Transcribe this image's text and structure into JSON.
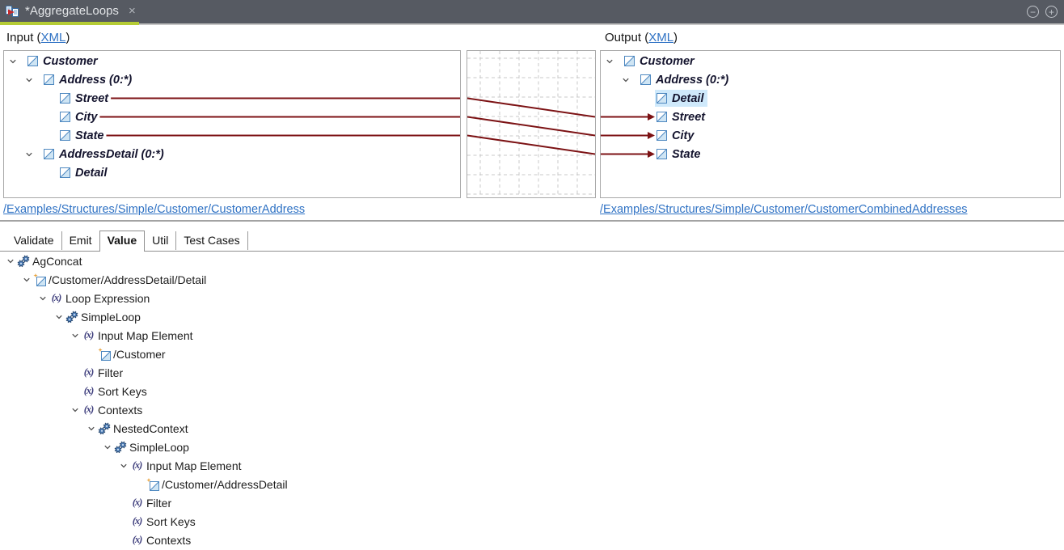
{
  "editor": {
    "tab_title": "*AggregateLoops",
    "close_icon": "×"
  },
  "window_controls": {
    "minimize": "−",
    "maximize": "+"
  },
  "io_common": {
    "open_paren": "(",
    "close_paren": ")"
  },
  "panels": {
    "input": {
      "label": "Input",
      "format_link": "XML",
      "structure_link": "/Examples/Structures/Simple/Customer/CustomerAddress",
      "tree": [
        {
          "label": "Customer",
          "level": 0,
          "expanded": true
        },
        {
          "label": "Address (0:*)",
          "level": 1,
          "expanded": true
        },
        {
          "label": "Street",
          "level": 2
        },
        {
          "label": "City",
          "level": 2
        },
        {
          "label": "State",
          "level": 2
        },
        {
          "label": "AddressDetail (0:*)",
          "level": 1,
          "expanded": true
        },
        {
          "label": "Detail",
          "level": 2
        }
      ]
    },
    "output": {
      "label": "Output",
      "format_link": "XML",
      "structure_link": "/Examples/Structures/Simple/Customer/CustomerCombinedAddresses",
      "tree": [
        {
          "label": "Customer",
          "level": 0,
          "expanded": true
        },
        {
          "label": "Address (0:*)",
          "level": 1,
          "expanded": true
        },
        {
          "label": "Detail",
          "level": 2,
          "selected": true
        },
        {
          "label": "Street",
          "level": 2
        },
        {
          "label": "City",
          "level": 2
        },
        {
          "label": "State",
          "level": 2
        }
      ]
    },
    "connections": [
      {
        "from": "Street",
        "from_row": 2,
        "to": "Street",
        "to_row": 3
      },
      {
        "from": "City",
        "from_row": 3,
        "to": "City",
        "to_row": 4
      },
      {
        "from": "State",
        "from_row": 4,
        "to": "State",
        "to_row": 5
      }
    ]
  },
  "detail_tabs": {
    "items": [
      "Validate",
      "Emit",
      "Value",
      "Util",
      "Test Cases"
    ],
    "selected": "Value"
  },
  "value_tree": [
    {
      "label": "AgConcat",
      "level": 0,
      "icon": "loop",
      "expanded": true
    },
    {
      "label": "/Customer/AddressDetail/Detail",
      "level": 1,
      "icon": "map-element",
      "expanded": true
    },
    {
      "label": "Loop Expression",
      "level": 2,
      "icon": "expression",
      "expanded": true
    },
    {
      "label": "SimpleLoop",
      "level": 3,
      "icon": "loop",
      "expanded": true
    },
    {
      "label": "Input Map Element",
      "level": 4,
      "icon": "expression",
      "expanded": true
    },
    {
      "label": "/Customer",
      "level": 5,
      "icon": "map-element"
    },
    {
      "label": "Filter",
      "level": 4,
      "icon": "expression"
    },
    {
      "label": "Sort Keys",
      "level": 4,
      "icon": "expression"
    },
    {
      "label": "Contexts",
      "level": 4,
      "icon": "expression",
      "expanded": true
    },
    {
      "label": "NestedContext",
      "level": 5,
      "icon": "loop",
      "expanded": true
    },
    {
      "label": "SimpleLoop",
      "level": 6,
      "icon": "loop",
      "expanded": true
    },
    {
      "label": "Input Map Element",
      "level": 7,
      "icon": "expression",
      "expanded": true
    },
    {
      "label": "/Customer/AddressDetail",
      "level": 8,
      "icon": "map-element"
    },
    {
      "label": "Filter",
      "level": 7,
      "icon": "expression"
    },
    {
      "label": "Sort Keys",
      "level": 7,
      "icon": "expression"
    },
    {
      "label": "Contexts",
      "level": 7,
      "icon": "expression"
    }
  ],
  "colors": {
    "connection": "#7c1214",
    "accent_green": "#b5cc35",
    "link_blue": "#2f72c4",
    "selection": "#cfe9fb",
    "header_bg": "#565a62"
  }
}
